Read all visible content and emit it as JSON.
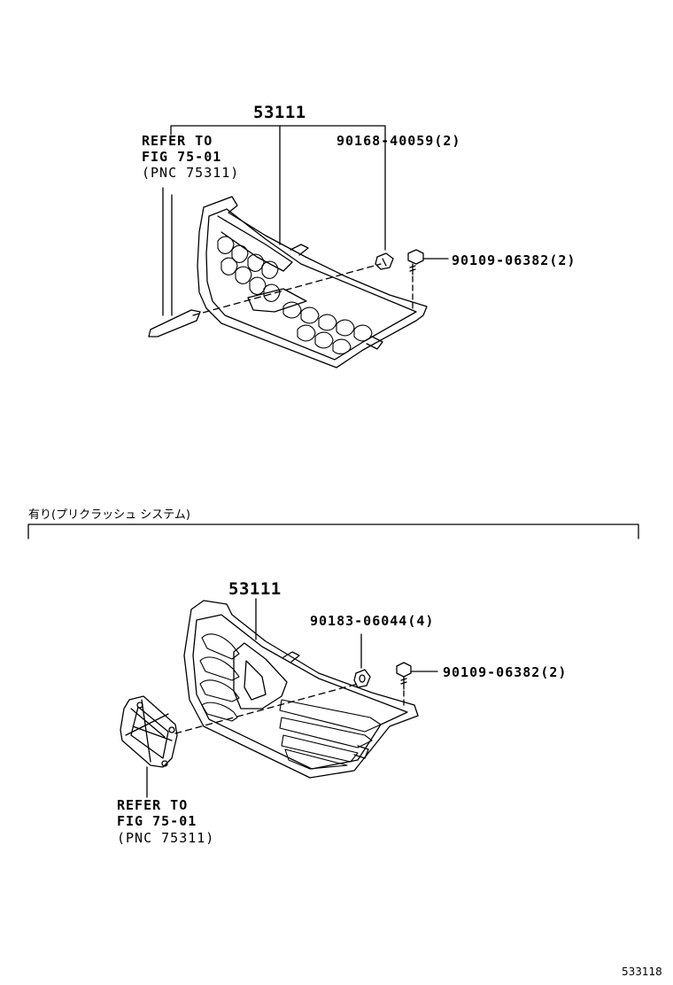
{
  "top_diagram": {
    "part_number": "53111",
    "refer_lines": [
      "REFER TO",
      "FIG 75-01",
      "(PNC 75311)"
    ],
    "clip_callout": "90168-40059(2)",
    "bolt_callout": "90109-06382(2)"
  },
  "condition_label": "有り(プリクラッシュ システム)",
  "bottom_diagram": {
    "part_number": "53111",
    "nut_callout": "90183-06044(4)",
    "bolt_callout": "90109-06382(2)",
    "refer_lines": [
      "REFER TO",
      "FIG 75-01",
      "(PNC 75311)"
    ]
  },
  "illustration_ref": "533118"
}
